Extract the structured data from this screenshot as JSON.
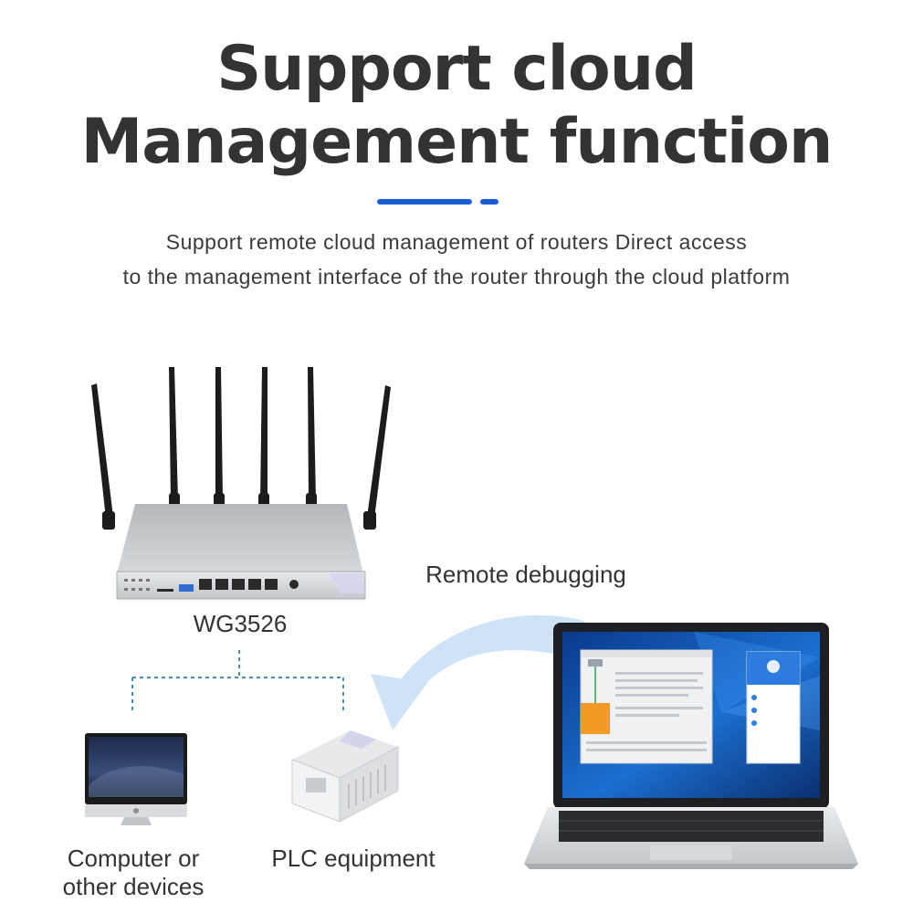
{
  "title": {
    "line1": "Support cloud",
    "line2": "Management function"
  },
  "subtitle": {
    "line1": "Support remote cloud management of routers Direct access",
    "line2": "to the management interface of the router through the cloud platform"
  },
  "labels": {
    "router_model": "WG3526",
    "remote_debugging": "Remote debugging",
    "computer_line1": "Computer or",
    "computer_line2": "other devices",
    "plc": "PLC equipment"
  },
  "colors": {
    "accent": "#1a5bd6",
    "title": "#333333",
    "connector": "#4a90c8",
    "arrow": "#cfe3f7"
  }
}
